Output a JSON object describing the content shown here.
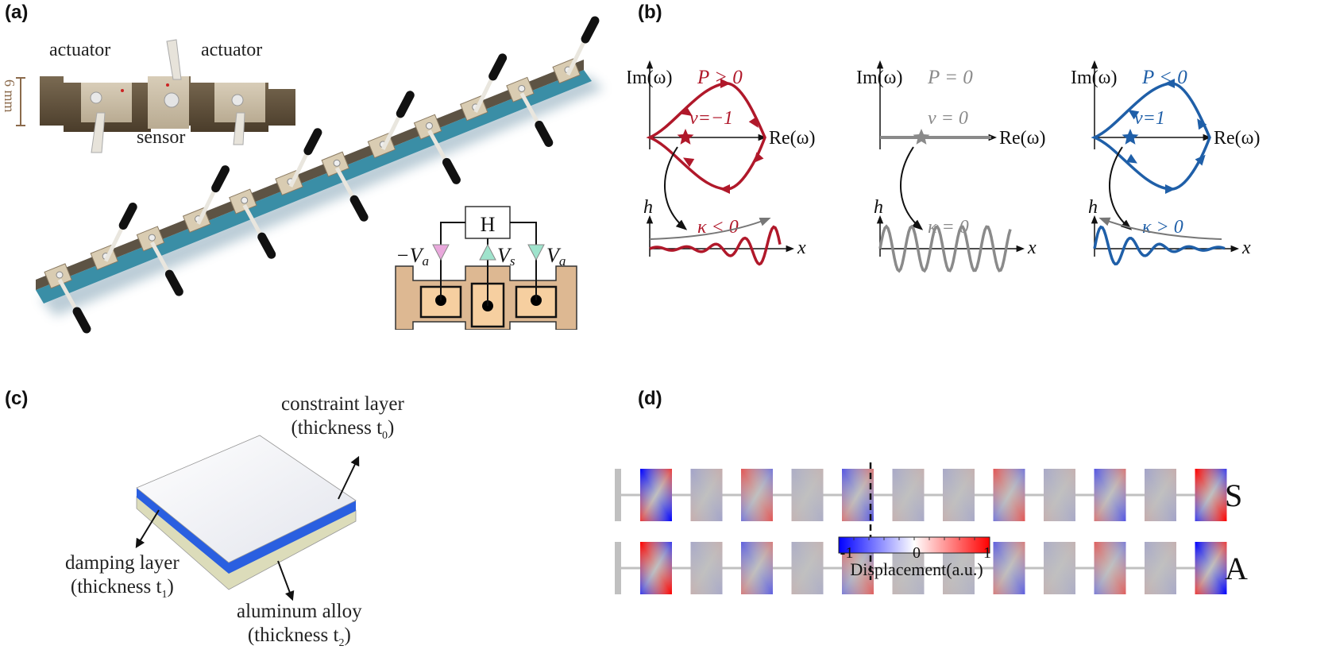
{
  "panels": {
    "a": {
      "label": "(a)",
      "photo_labels": {
        "actuator_left": "actuator",
        "actuator_right": "actuator",
        "sensor": "sensor",
        "scale": "6 mm"
      },
      "circuit": {
        "controller": "H",
        "neg_va": "−V",
        "neg_va_sub": "a",
        "vs": "V",
        "vs_sub": "s",
        "va": "V",
        "va_sub": "a"
      },
      "colors": {
        "neg_va_triangle": "#e9a8dc",
        "vs_triangle": "#9fe3cc",
        "va_triangle": "#9fe3cc",
        "cell_body": "#ddb892",
        "cell_pad": "#f6cfa0"
      }
    },
    "b": {
      "label": "(b)",
      "axis_im": "Im(ω)",
      "axis_re": "Re(ω)",
      "axis_h": "h",
      "axis_x": "x",
      "subplots": [
        {
          "id": "gain",
          "condition": "P > 0",
          "winding": "ν=−1",
          "kappa": "κ < 0",
          "color": "#b0182a"
        },
        {
          "id": "neutral",
          "condition": "P = 0",
          "winding": "ν = 0",
          "kappa": "κ = 0",
          "color": "#8a8a8a"
        },
        {
          "id": "loss",
          "condition": "P < 0",
          "winding": "ν=1",
          "kappa": "κ > 0",
          "color": "#1f5fa8"
        }
      ]
    },
    "c": {
      "label": "(c)",
      "layers": [
        {
          "name": "constraint layer",
          "thickness": "(thickness t",
          "sub": "0",
          "close": ")"
        },
        {
          "name": "damping layer",
          "thickness": "(thickness t",
          "sub": "1",
          "close": ")"
        },
        {
          "name": "aluminum alloy",
          "thickness": "(thickness t",
          "sub": "2",
          "close": ")"
        }
      ],
      "colors": {
        "top": "#eceef4",
        "damping": "#2a5fe0",
        "base": "#dcdcba"
      }
    },
    "d": {
      "label": "(d)",
      "rows": [
        {
          "mode": "S",
          "cells": [
            1,
            0.15,
            -0.55,
            0.1,
            0.55,
            0.12,
            0.12,
            -0.55,
            0.12,
            0.55,
            0.15,
            -1
          ]
        },
        {
          "mode": "A",
          "cells": [
            -1,
            0.12,
            0.5,
            0.1,
            -0.5,
            0.08,
            0.08,
            0.5,
            0.1,
            -0.5,
            0.12,
            1
          ]
        }
      ],
      "colorbar": {
        "min_label": "-1",
        "mid_label": "0",
        "max_label": "1",
        "title": "Displacement(a.u.)",
        "low_color": "#0000ff",
        "mid_color": "#ffffff",
        "high_color": "#ff0000"
      }
    }
  }
}
